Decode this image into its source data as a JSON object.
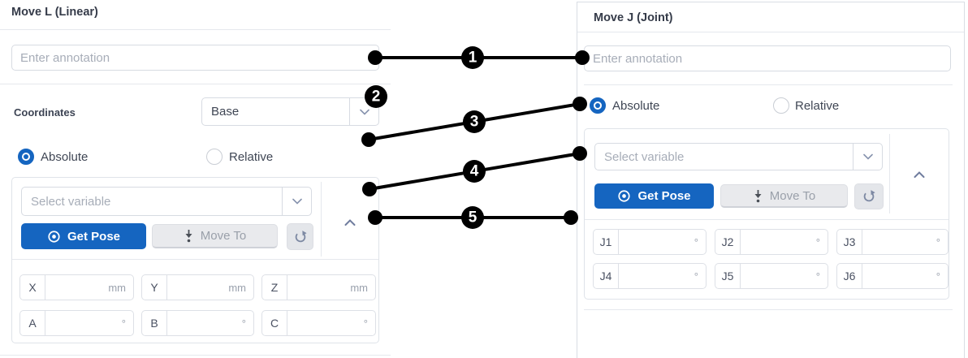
{
  "colors": {
    "primary_blue": "#1565c0",
    "callout_black": "#000000",
    "disabled_button_bg": "#e9eaed",
    "border_gray": "#d7dbe2"
  },
  "left_panel": {
    "title": "Move L (Linear)",
    "annotation": {
      "placeholder": "Enter annotation"
    },
    "coordinates": {
      "label": "Coordinates",
      "value": "Base"
    },
    "mode": {
      "absolute": "Absolute",
      "relative": "Relative"
    },
    "variable": {
      "placeholder": "Select variable"
    },
    "buttons": {
      "get_pose": "Get Pose",
      "move_to": "Move To"
    },
    "pose_fields": [
      {
        "label": "X",
        "unit": "mm"
      },
      {
        "label": "Y",
        "unit": "mm"
      },
      {
        "label": "Z",
        "unit": "mm"
      },
      {
        "label": "A",
        "unit": "°"
      },
      {
        "label": "B",
        "unit": "°"
      },
      {
        "label": "C",
        "unit": "°"
      }
    ]
  },
  "right_panel": {
    "title": "Move J (Joint)",
    "annotation": {
      "placeholder": "Enter annotation"
    },
    "mode": {
      "absolute": "Absolute",
      "relative": "Relative"
    },
    "variable": {
      "placeholder": "Select variable"
    },
    "buttons": {
      "get_pose": "Get Pose",
      "move_to": "Move To"
    },
    "joint_fields": [
      {
        "label": "J1",
        "unit": "°"
      },
      {
        "label": "J2",
        "unit": "°"
      },
      {
        "label": "J3",
        "unit": "°"
      },
      {
        "label": "J4",
        "unit": "°"
      },
      {
        "label": "J5",
        "unit": "°"
      },
      {
        "label": "J6",
        "unit": "°"
      }
    ]
  },
  "callouts": {
    "badges": [
      "1",
      "2",
      "3",
      "4",
      "5"
    ]
  }
}
